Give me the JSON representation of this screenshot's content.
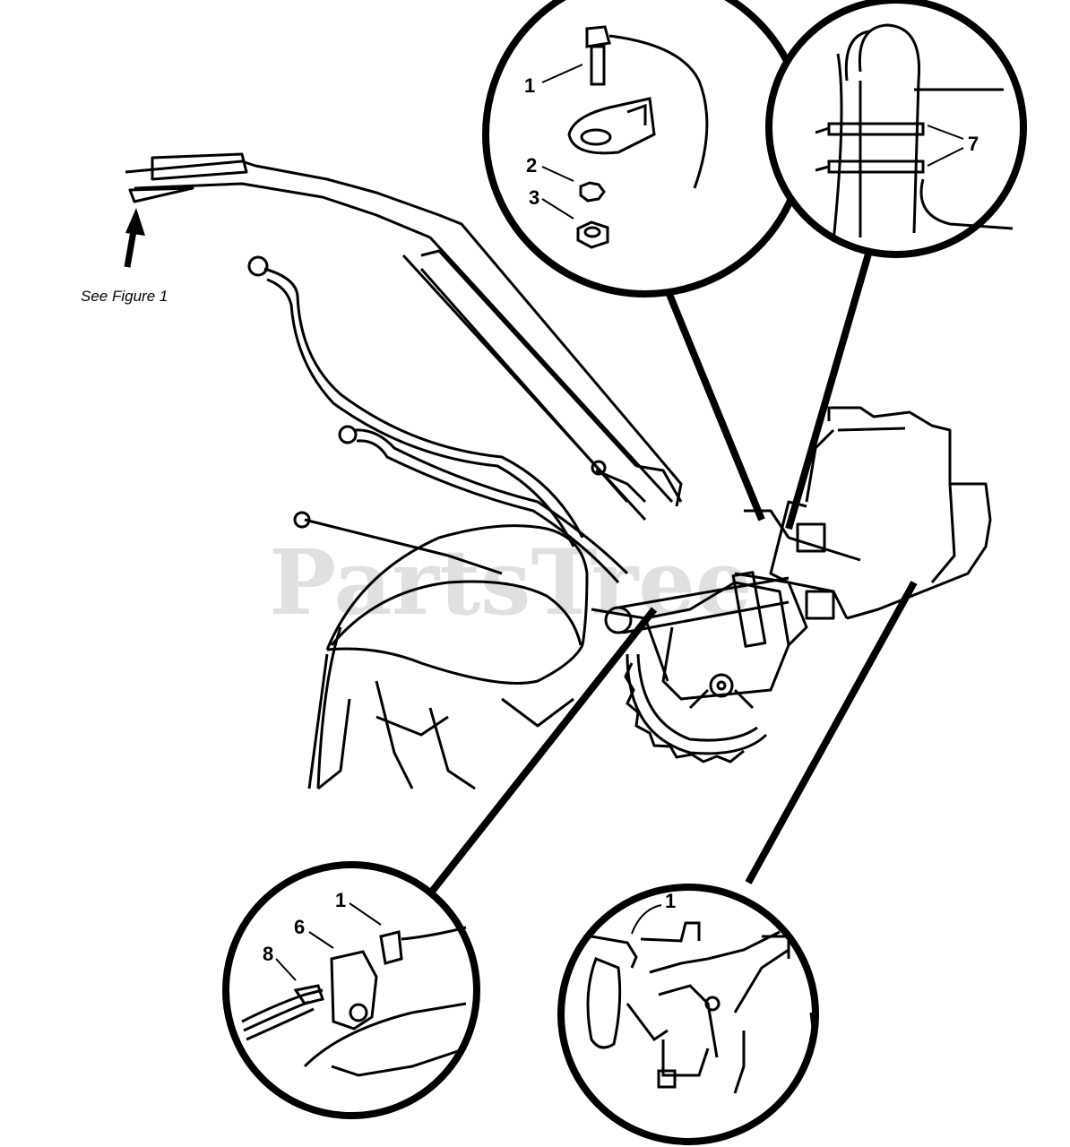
{
  "figure_reference": "See Figure 1",
  "watermark": "PartsTree",
  "detail_top_left": {
    "labels": [
      "1",
      "2",
      "3"
    ]
  },
  "detail_top_right": {
    "labels": [
      "7"
    ]
  },
  "detail_bottom_left": {
    "labels": [
      "1",
      "6",
      "8"
    ]
  },
  "detail_bottom_right": {
    "labels": [
      "1"
    ]
  },
  "colors": {
    "line": "#000000",
    "background": "#ffffff",
    "watermark": "#c8c8c8"
  }
}
